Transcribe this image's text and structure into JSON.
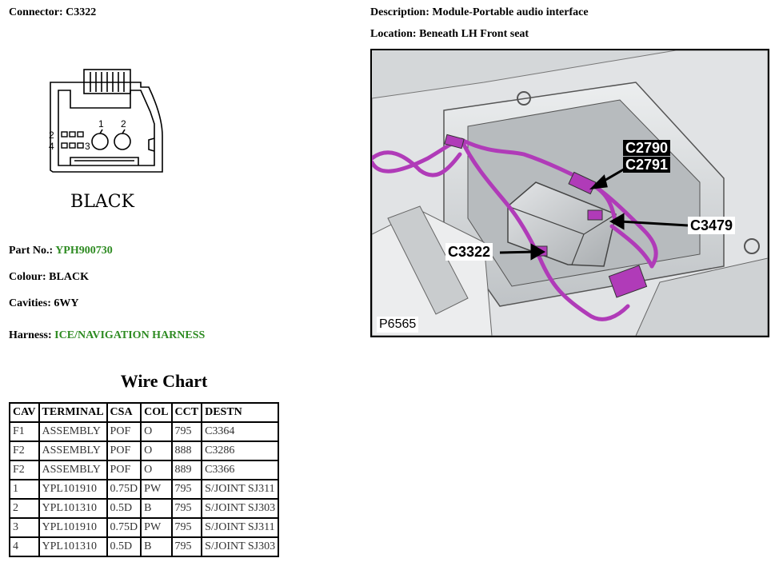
{
  "connector": {
    "label": "Connector:",
    "value": "C3322"
  },
  "description": {
    "label": "Description:",
    "value": "Module-Portable audio interface"
  },
  "location": {
    "label": "Location:",
    "value": "Beneath LH Front seat"
  },
  "connector_face": {
    "pin_labels": {
      "p1": "1",
      "p2": "2",
      "p2_left": "2",
      "p4": "4",
      "p3": "3"
    },
    "colour_caption": "BLACK"
  },
  "part_no": {
    "label": "Part No.:",
    "value": "YPH900730"
  },
  "colour": {
    "label": "Colour:",
    "value": "BLACK"
  },
  "cavities": {
    "label": "Cavities:",
    "value": "6WY"
  },
  "harness": {
    "label": "Harness:",
    "value": "ICE/NAVIGATION HARNESS"
  },
  "photo": {
    "callouts": {
      "c2790": "C2790",
      "c2791": "C2791",
      "c3479": "C3479",
      "c3322": "C3322"
    },
    "figure_code": "P6565"
  },
  "wire_chart": {
    "title": "Wire Chart",
    "headers": [
      "CAV",
      "TERMINAL",
      "CSA",
      "COL",
      "CCT",
      "DESTN"
    ],
    "rows": [
      [
        "F1",
        "ASSEMBLY",
        "POF",
        "O",
        "795",
        "C3364"
      ],
      [
        "F2",
        "ASSEMBLY",
        "POF",
        "O",
        "888",
        "C3286"
      ],
      [
        "F2",
        "ASSEMBLY",
        "POF",
        "O",
        "889",
        "C3366"
      ],
      [
        "1",
        "YPL101910",
        "0.75D",
        "PW",
        "795",
        "S/JOINT SJ311"
      ],
      [
        "2",
        "YPL101310",
        "0.5D",
        "B",
        "795",
        "S/JOINT SJ303"
      ],
      [
        "3",
        "YPL101910",
        "0.75D",
        "PW",
        "795",
        "S/JOINT SJ311"
      ],
      [
        "4",
        "YPL101310",
        "0.5D",
        "B",
        "795",
        "S/JOINT SJ303"
      ]
    ]
  },
  "colors": {
    "green_text": "#2e8b22",
    "harness_purple": "#b03bb8"
  }
}
